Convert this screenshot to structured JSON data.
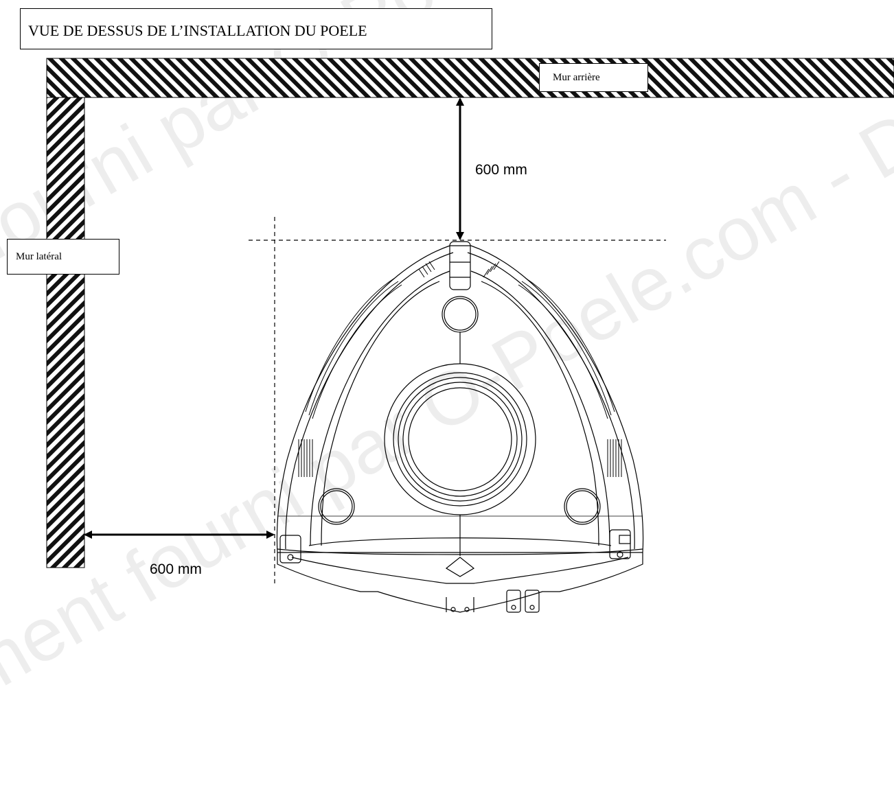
{
  "title": "VUE DE DESSUS DE L’INSTALLATION DU POELE",
  "walls": {
    "rear_label": "Mur arrière",
    "side_label": "Mur latéral"
  },
  "dimensions": {
    "rear_clearance": "600 mm",
    "side_clearance": "600 mm"
  },
  "watermark": {
    "text": "Document fourni par O-Poele.com - Document fourni par O-Poele.com - Document fourni par O-Poele.com"
  },
  "colors": {
    "ink": "#000000",
    "hatch": "#111111",
    "watermark": "#969696"
  }
}
